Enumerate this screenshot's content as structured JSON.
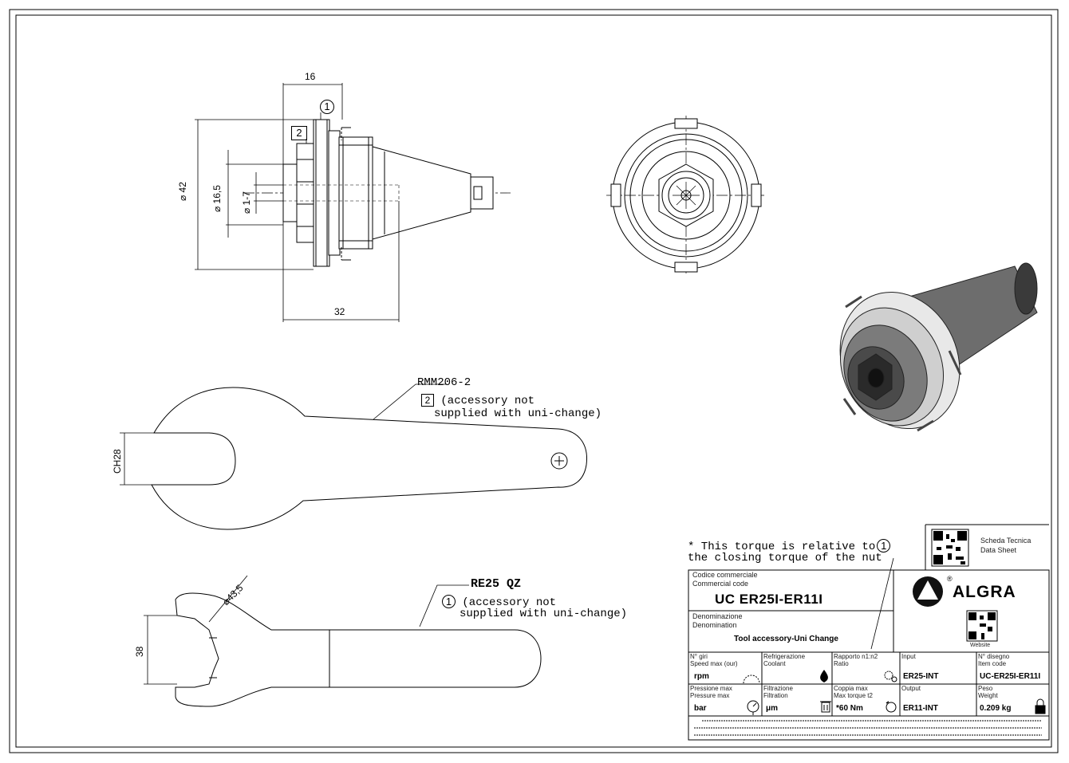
{
  "dimensions": {
    "top_width": "16",
    "bottom_width": "32",
    "dia_42": "⌀ 42",
    "dia_16_5": "⌀ 16,5",
    "dia_1_7": "⌀ 1-7",
    "ch28": "CH28",
    "dia_43_5": "⌀43,5",
    "h38": "38"
  },
  "balloons": {
    "one": "1",
    "two": "2"
  },
  "wrench1": {
    "code": "RMM206-2",
    "note_line1": "(accessory not",
    "note_line2": "supplied with uni-change)"
  },
  "wrench2": {
    "code": "RE25 QZ",
    "note_line1": "(accessory not",
    "note_line2": "supplied with uni-change)"
  },
  "torque_note": {
    "line1": "* This torque is relative to",
    "line2": "the closing torque of the nut"
  },
  "title_block": {
    "datasheet_it": "Scheda Tecnica",
    "datasheet_en": "Data Sheet",
    "brand": "ALGRA",
    "registered": "®",
    "website": "Website",
    "code_label_it": "Codice commerciale",
    "code_label_en": "Commercial code",
    "code_value": "UC ER25I-ER11I",
    "denom_label_it": "Denominazione",
    "denom_label_en": "Denomination",
    "denom_value": "Tool accessory-Uni Change",
    "cells": [
      {
        "label1": "N° giri",
        "label2": "Speed max (our)",
        "value": "rpm"
      },
      {
        "label1": "Refrigerazione",
        "label2": "Coolant",
        "value": ""
      },
      {
        "label1": "Rapporto n1:n2",
        "label2": "Ratio",
        "value": ""
      },
      {
        "label1": "Input",
        "label2": "",
        "value": "ER25-INT"
      },
      {
        "label1": "N° disegno",
        "label2": "Item code",
        "value": "UC-ER25I-ER11I"
      },
      {
        "label1": "Pressione max",
        "label2": "Pressure max",
        "value": "bar"
      },
      {
        "label1": "Filtrazione",
        "label2": "Filtration",
        "value": "μm"
      },
      {
        "label1": "Coppia max",
        "label2": "Max torque t2",
        "value": "*60 Nm"
      },
      {
        "label1": "Output",
        "label2": "",
        "value": "ER11-INT"
      },
      {
        "label1": "Peso",
        "label2": "Weight",
        "value": "0.209 kg"
      }
    ]
  },
  "icons": [
    "qr-code-icon",
    "algra-logo-icon",
    "coolant-drop-icon",
    "gear-ratio-icon",
    "speed-gauge-icon",
    "filter-bin-icon",
    "torque-icon",
    "pressure-gauge-icon",
    "weight-lock-icon"
  ]
}
